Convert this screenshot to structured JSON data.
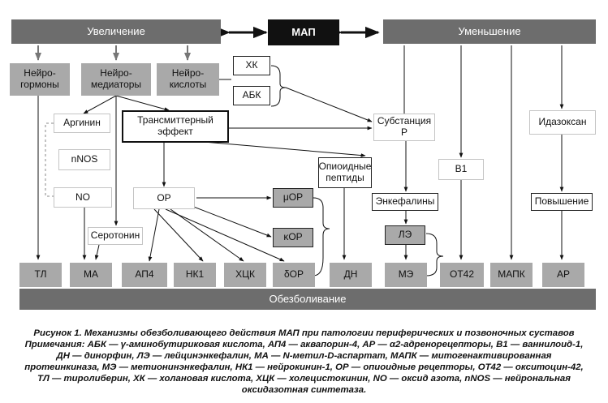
{
  "nodes": {
    "increase": "Увеличение",
    "map": "МАП",
    "decrease": "Уменьшение",
    "neurohormones": "Нейро-\nгормоны",
    "neuromediators": "Нейро-\nмедиаторы",
    "neuroacids": "Нейро-\nкислоты",
    "hk": "ХК",
    "abk": "АБК",
    "arginine": "Аргинин",
    "nnos": "nNOS",
    "no": "NO",
    "transmitter": "Трансмиттерный\nэффект",
    "substance_p": "Субстанция\nP",
    "idazoxan": "Идазоксан",
    "opioid_peptides": "Опиоидные\nпептиды",
    "b1": "В1",
    "or": "ОР",
    "mu_or": "μОР",
    "kappa_or": "κОР",
    "enkephalins": "Энкефалины",
    "le": "ЛЭ",
    "rise": "Повышение",
    "serotonin": "Серотонин",
    "tl": "ТЛ",
    "ma": "МА",
    "ap4": "АП4",
    "nk1": "НК1",
    "hck": "ХЦК",
    "delta_or": "δОР",
    "dn": "ДН",
    "me": "МЭ",
    "ot42": "ОТ42",
    "mapk": "МАПК",
    "ar": "АР",
    "analgesia": "Обезболивание"
  },
  "caption": {
    "title": "Рисунок 1. Механизмы обезболивающего действия МАП при патологии периферических и позвоночных суставов",
    "line2": "Примечания: АБК — γ-аминобутириковая кислота, АП4 — аквапорин-4, АР — α2-адренорецепторы, В1 — ваннилоид-1,",
    "line3": "ДН — динорфин, ЛЭ — лейцинэнкефалин, МА — N-метил-D-аспартат, МАПК — митогенактивированная",
    "line4": "протеинкиназа, МЭ — метионинэнкефалин, НК1 — нейрокинин-1, ОР — опиоидные рецепторы, ОТ42 — окситоцин-42,",
    "line5": "ТЛ — тиролиберин, ХК — холановая кислота, ХЦК — холецистокинин, NO — оксид азота, nNOS — нейрональная",
    "line6": "оксидазотная синтетаза."
  },
  "colors": {
    "dark_bar": "#6d6d6d",
    "black_box": "#111111",
    "grey_box": "#a9a9a9",
    "light_border": "#c4c4c4"
  }
}
